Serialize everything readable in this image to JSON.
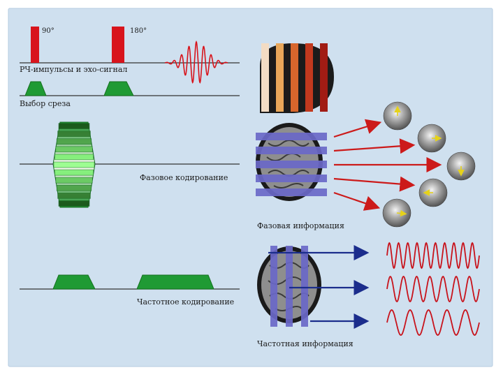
{
  "labels": {
    "pulse_90": "90°",
    "pulse_180": "180°",
    "rf_signal": "РЧ-импульсы и эхо-сигнал",
    "slice_select": "Выбор среза",
    "phase_encoding": "Фазовое кодирование",
    "frequency_encoding": "Частотное кодирование",
    "phase_info": "Фазовая информация",
    "frequency_info": "Частотная информация"
  },
  "colors": {
    "panel": "#cfe0ef",
    "panel_border": "#b5cbe0",
    "rf_red": "#d8141c",
    "gradient_green": "#1f9a34",
    "phase_band": "#6a68c8",
    "arrow_red": "#cc1a1a",
    "arrow_blue": "#1b2d8c",
    "wave_red": "#c8121b"
  },
  "slice_stripes": [
    "#f3dcc4",
    "#e9a75a",
    "#d8662c",
    "#c2391e",
    "#a11c14"
  ],
  "frequency_waves": [
    {
      "name": "high",
      "cycles": 10
    },
    {
      "name": "medium",
      "cycles": 7
    },
    {
      "name": "low",
      "cycles": 5
    }
  ],
  "spins": {
    "count": 5,
    "arrow_color": "#e6d21a"
  }
}
